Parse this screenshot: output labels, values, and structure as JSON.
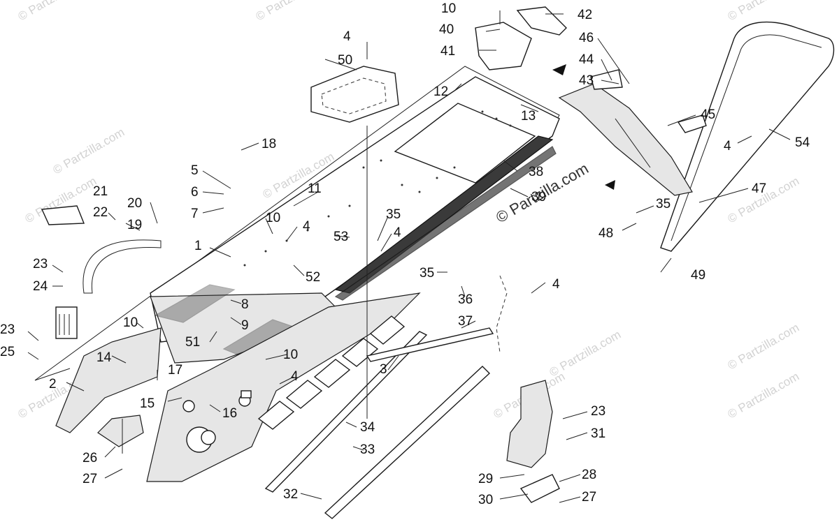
{
  "watermark": {
    "brand": "© Partzilla.com",
    "center_text": "© Partzilla.com"
  },
  "callouts": [
    {
      "id": "1",
      "label": "1"
    },
    {
      "id": "2",
      "label": "2"
    },
    {
      "id": "3",
      "label": "3"
    },
    {
      "id": "4a",
      "label": "4"
    },
    {
      "id": "4b",
      "label": "4"
    },
    {
      "id": "4c",
      "label": "4"
    },
    {
      "id": "4d",
      "label": "4"
    },
    {
      "id": "4e",
      "label": "4"
    },
    {
      "id": "4f",
      "label": "4"
    },
    {
      "id": "5",
      "label": "5"
    },
    {
      "id": "6",
      "label": "6"
    },
    {
      "id": "7",
      "label": "7"
    },
    {
      "id": "8",
      "label": "8"
    },
    {
      "id": "9",
      "label": "9"
    },
    {
      "id": "10a",
      "label": "10"
    },
    {
      "id": "10b",
      "label": "10"
    },
    {
      "id": "10c",
      "label": "10"
    },
    {
      "id": "10d",
      "label": "10"
    },
    {
      "id": "11",
      "label": "11"
    },
    {
      "id": "12",
      "label": "12"
    },
    {
      "id": "13",
      "label": "13"
    },
    {
      "id": "14",
      "label": "14"
    },
    {
      "id": "15",
      "label": "15"
    },
    {
      "id": "16",
      "label": "16"
    },
    {
      "id": "17",
      "label": "17"
    },
    {
      "id": "18",
      "label": "18"
    },
    {
      "id": "19",
      "label": "19"
    },
    {
      "id": "20",
      "label": "20"
    },
    {
      "id": "21",
      "label": "21"
    },
    {
      "id": "22",
      "label": "22"
    },
    {
      "id": "23a",
      "label": "23"
    },
    {
      "id": "23b",
      "label": "23"
    },
    {
      "id": "23c",
      "label": "23"
    },
    {
      "id": "24",
      "label": "24"
    },
    {
      "id": "25",
      "label": "25"
    },
    {
      "id": "26",
      "label": "26"
    },
    {
      "id": "27a",
      "label": "27"
    },
    {
      "id": "27b",
      "label": "27"
    },
    {
      "id": "28",
      "label": "28"
    },
    {
      "id": "29",
      "label": "29"
    },
    {
      "id": "30",
      "label": "30"
    },
    {
      "id": "31",
      "label": "31"
    },
    {
      "id": "32",
      "label": "32"
    },
    {
      "id": "33",
      "label": "33"
    },
    {
      "id": "34",
      "label": "34"
    },
    {
      "id": "35a",
      "label": "35"
    },
    {
      "id": "35b",
      "label": "35"
    },
    {
      "id": "35c",
      "label": "35"
    },
    {
      "id": "36",
      "label": "36"
    },
    {
      "id": "37",
      "label": "37"
    },
    {
      "id": "38",
      "label": "38"
    },
    {
      "id": "39",
      "label": "39"
    },
    {
      "id": "40",
      "label": "40"
    },
    {
      "id": "41",
      "label": "41"
    },
    {
      "id": "42",
      "label": "42"
    },
    {
      "id": "43",
      "label": "43"
    },
    {
      "id": "44",
      "label": "44"
    },
    {
      "id": "45",
      "label": "45"
    },
    {
      "id": "46",
      "label": "46"
    },
    {
      "id": "47",
      "label": "47"
    },
    {
      "id": "48",
      "label": "48"
    },
    {
      "id": "49",
      "label": "49"
    },
    {
      "id": "50",
      "label": "50"
    },
    {
      "id": "51",
      "label": "51"
    },
    {
      "id": "52",
      "label": "52"
    },
    {
      "id": "53",
      "label": "53"
    },
    {
      "id": "54",
      "label": "54"
    }
  ]
}
